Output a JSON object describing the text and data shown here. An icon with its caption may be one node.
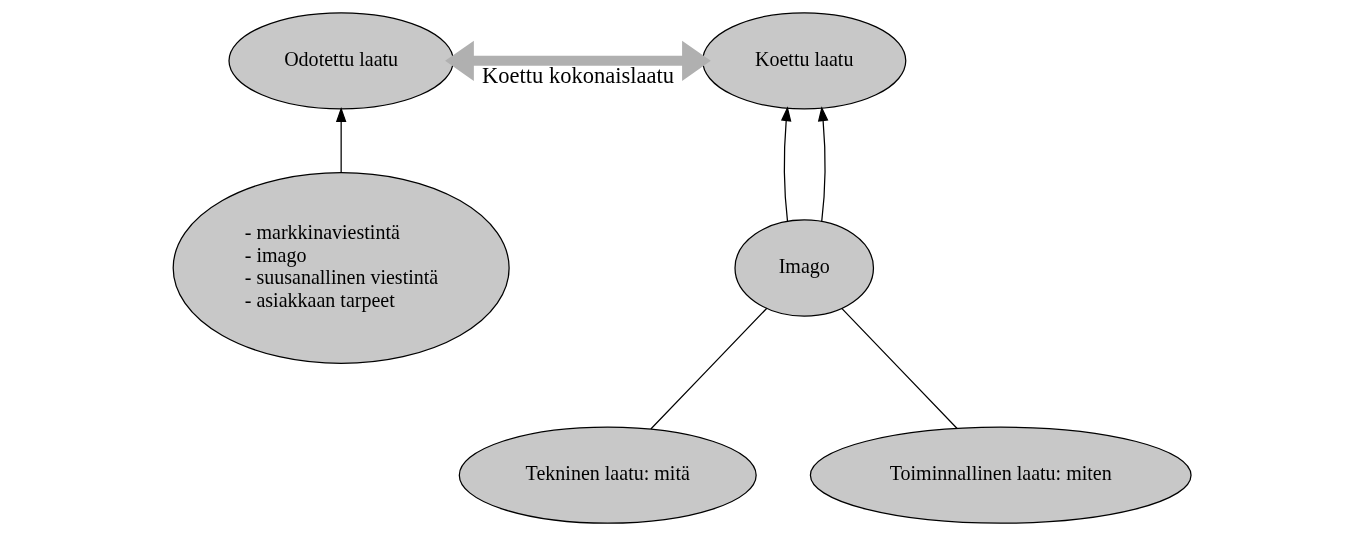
{
  "diagram": {
    "nodes": [
      {
        "text": [
          "Odotettu laatu"
        ]
      },
      {
        "text": [
          "Koettu laatu"
        ]
      },
      {
        "text": [
          "- markkinaviestintä",
          "- imago",
          "- suusanallinen viestintä",
          "- asiakkaan tarpeet"
        ]
      },
      {
        "text": [
          "Imago"
        ]
      },
      {
        "text": [
          "Tekninen laatu: mitä"
        ]
      },
      {
        "text": [
          "Toiminnallinen laatu: miten"
        ]
      }
    ],
    "edges": [
      {
        "from": 0,
        "to": 1,
        "arrow": "both",
        "label": "Koettu kokonaislaatu",
        "style": "thick",
        "color": "#b0b0b0"
      },
      {
        "from": 2,
        "to": 0,
        "arrow": "to"
      },
      {
        "from": 3,
        "to": 1,
        "arrow": "to"
      },
      {
        "from": 3,
        "to": 1,
        "arrow": "to"
      },
      {
        "from": 4,
        "to": 3,
        "arrow": "none"
      },
      {
        "from": 5,
        "to": 3,
        "arrow": "none"
      }
    ]
  }
}
